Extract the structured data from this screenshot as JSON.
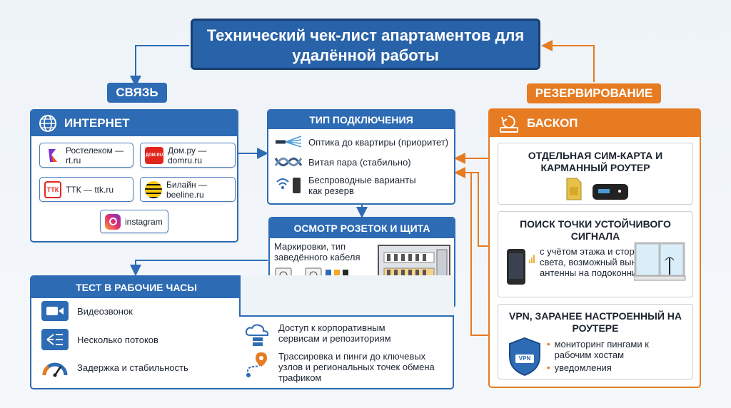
{
  "title": "Технический чек-лист апартаментов для удалённой работы",
  "svyaz": {
    "label": "СВЯЗЬ"
  },
  "rezerv": {
    "label": "РЕЗЕРВИРОВАНИЕ"
  },
  "internet": {
    "title": "ИНТЕРНЕТ",
    "providers": [
      "Ростелеком — rt.ru",
      "Дом.ру — domru.ru",
      "ТТК — ttk.ru",
      "Билайн — beeline.ru"
    ],
    "instagram": "instagram",
    "rostelecom_icon": "rostelecom-logo",
    "domru_icon": "domru-logo",
    "domru_icon_text": "ДОМ.RU",
    "ttk_icon": "ttk-logo",
    "ttk_icon_text": "ТТК",
    "beeline_icon": "beeline-logo",
    "instagram_icon": "instagram-logo"
  },
  "podkl": {
    "title": "ТИП ПОДКЛЮЧЕНИЯ",
    "items": [
      "Оптика до квартиры (приоритет)",
      "Витая пара (стабильно)",
      "Беспроводные варианты как резерв"
    ]
  },
  "osmotr": {
    "title": "ОСМОТР РОЗЕТОК И ЩИТА",
    "text": "Маркировки, тип заведённого кабеля"
  },
  "test": {
    "title": "ТЕСТ В РАБОЧИЕ ЧАСЫ",
    "items": [
      "Видеозвонок",
      "Несколько потоков",
      "Задержка и стабильность"
    ],
    "right": [
      "Доступ к корпоративным сервисам и репозиториям",
      "Трассировка и пинги до ключевых узлов и региональных точек обмена трафиком"
    ]
  },
  "backup": {
    "title": "БАСКОП",
    "sim": {
      "title": "ОТДЕЛЬНАЯ СИМ-КАРТА И КАРМАННЫЙ РОУТЕР"
    },
    "signal": {
      "title": "ПОИСК ТОЧКИ УСТОЙЧИВОГО СИГНАЛА",
      "text": "с учётом этажа и стороны света, возможный вынос антенны на подоконник"
    },
    "vpn": {
      "title": "VPN, ЗАРАНЕЕ НАСТРОЕННЫЙ НА РОУТЕРЕ",
      "items": [
        "мониторинг пингами к рабочим хостам",
        "уведомления"
      ],
      "badge": "VPN"
    }
  },
  "colors": {
    "blue": "#2d6bb4",
    "dark_blue": "#173f73",
    "orange": "#e67b22"
  }
}
